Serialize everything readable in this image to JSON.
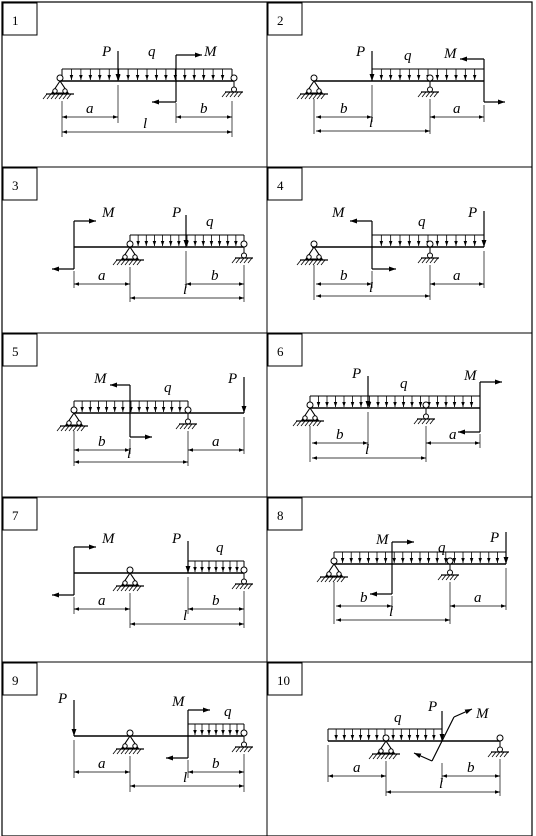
{
  "panels": [
    {
      "number": "1",
      "labels": {
        "P": "P",
        "q": "q",
        "M": "M",
        "a": "a",
        "b": "b",
        "l": "l"
      }
    },
    {
      "number": "2",
      "labels": {
        "P": "P",
        "q": "q",
        "M": "M",
        "a": "a",
        "b": "b",
        "l": "l"
      }
    },
    {
      "number": "3",
      "labels": {
        "P": "P",
        "q": "q",
        "M": "M",
        "a": "a",
        "b": "b",
        "l": "l"
      }
    },
    {
      "number": "4",
      "labels": {
        "P": "P",
        "q": "q",
        "M": "M",
        "a": "a",
        "b": "b",
        "l": "l"
      }
    },
    {
      "number": "5",
      "labels": {
        "P": "P",
        "q": "q",
        "M": "M",
        "a": "a",
        "b": "b",
        "l": "l"
      }
    },
    {
      "number": "6",
      "labels": {
        "P": "P",
        "q": "q",
        "M": "M",
        "a": "a",
        "b": "b",
        "l": "l"
      }
    },
    {
      "number": "7",
      "labels": {
        "P": "P",
        "q": "q",
        "M": "M",
        "a": "a",
        "b": "b",
        "l": "l"
      }
    },
    {
      "number": "8",
      "labels": {
        "P": "P",
        "q": "q",
        "M": "M",
        "a": "a",
        "b": "b",
        "l": "l"
      }
    },
    {
      "number": "9",
      "labels": {
        "P": "P",
        "q": "q",
        "M": "M",
        "a": "a",
        "b": "b",
        "l": "l"
      }
    },
    {
      "number": "10",
      "labels": {
        "P": "P",
        "q": "q",
        "M": "M",
        "a": "a",
        "b": "b",
        "l": "l"
      }
    }
  ]
}
